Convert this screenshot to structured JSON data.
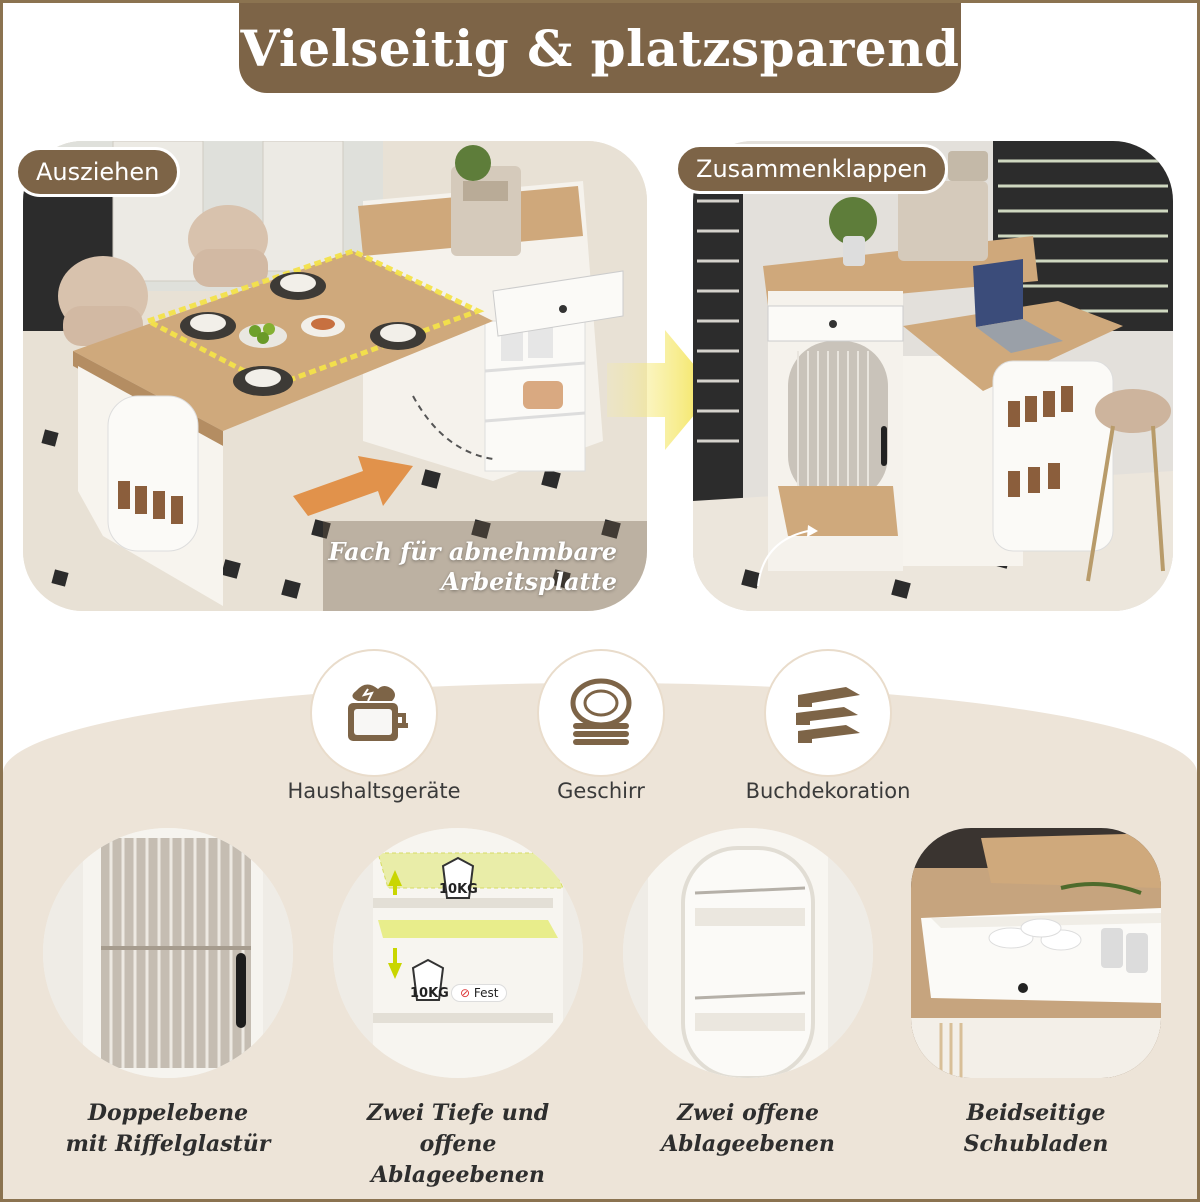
{
  "title": "Vielseitig & platzsparend",
  "left_panel": {
    "tag": "Ausziehen",
    "caption_line1": "Fach für abnehmbare",
    "caption_line2": "Arbeitsplatte"
  },
  "right_panel": {
    "tag": "Zusammenklappen"
  },
  "uses": [
    {
      "label": "Haushaltsgeräte",
      "icon": "toaster-icon"
    },
    {
      "label": "Geschirr",
      "icon": "dishes-icon"
    },
    {
      "label": "Buchdekoration",
      "icon": "books-icon"
    }
  ],
  "features": [
    {
      "line1": "Doppelebene",
      "line2": "mit Riffelglastür"
    },
    {
      "line1": "Zwei Tiefe und offene",
      "line2": "Ablageebenen",
      "weight_top": "10KG",
      "weight_bottom": "10KG",
      "fixed_label": "Fest"
    },
    {
      "line1": "Zwei offene",
      "line2": "Ablageebenen"
    },
    {
      "line1": "Beidseitige",
      "line2": "Schubladen"
    }
  ],
  "colors": {
    "brand_brown": "#7d6447",
    "band_beige": "#ede4d8",
    "highlight_yellow": "#f3e24a"
  }
}
